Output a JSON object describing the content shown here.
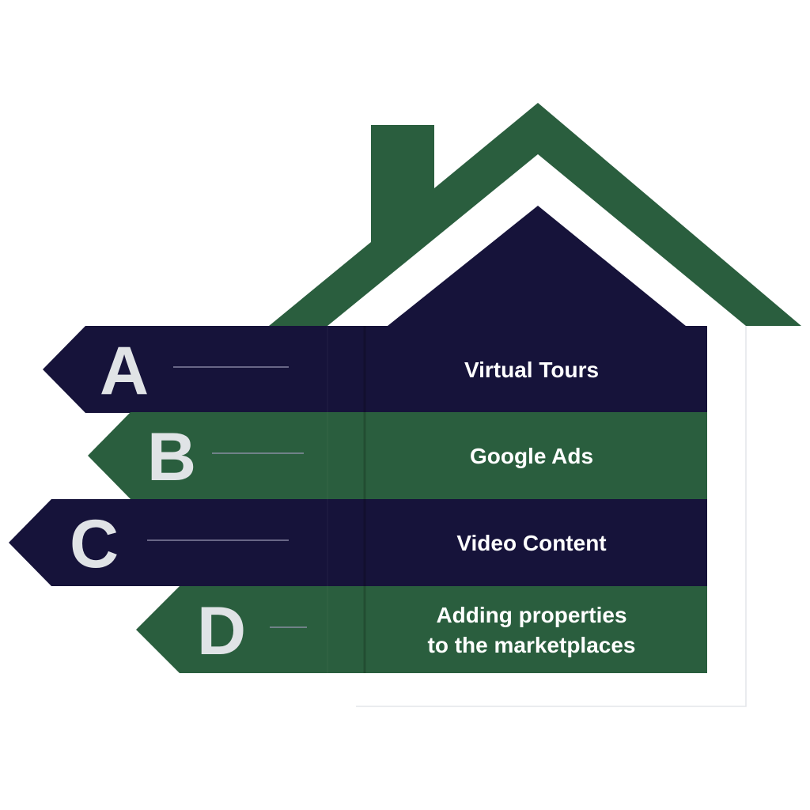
{
  "colors": {
    "navy": "#16133a",
    "green": "#2a5e3e",
    "letter": "#e0e3e6",
    "rule": "#9a98b4"
  },
  "items": [
    {
      "letter": "A",
      "label_lines": [
        "Virtual Tours"
      ]
    },
    {
      "letter": "B",
      "label_lines": [
        "Google Ads"
      ]
    },
    {
      "letter": "C",
      "label_lines": [
        "Video Content"
      ]
    },
    {
      "letter": "D",
      "label_lines": [
        "Adding properties",
        "to the marketplaces"
      ]
    }
  ]
}
